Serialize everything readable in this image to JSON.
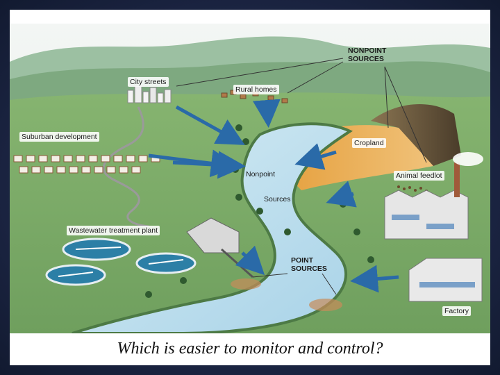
{
  "labels": {
    "nonpoint_sources": [
      "NONPOINT",
      "SOURCES"
    ],
    "city_streets": "City streets",
    "rural_homes": "Rural homes",
    "suburban_development": "Suburban development",
    "cropland": "Cropland",
    "nonpoint": "Nonpoint",
    "sources": "Sources",
    "animal_feedlot": "Animal feedlot",
    "wastewater_treatment_plant": "Wastewater treatment plant",
    "point_sources": [
      "POINT",
      "SOURCES"
    ],
    "factory": "Factory"
  },
  "caption": "Which is easier to monitor and control?",
  "colors": {
    "sky": "#eef3f2",
    "hills_far": "#8fb69a",
    "hills_mid": "#6e9e6f",
    "grass": "#7fae6a",
    "river": "#bfe0ef",
    "river_edge": "#3c6e3c",
    "cropland": "#e8a94a",
    "feedlot": "#5a4a35",
    "arrow": "#2a6aa8",
    "frame": "#1f2a44"
  }
}
